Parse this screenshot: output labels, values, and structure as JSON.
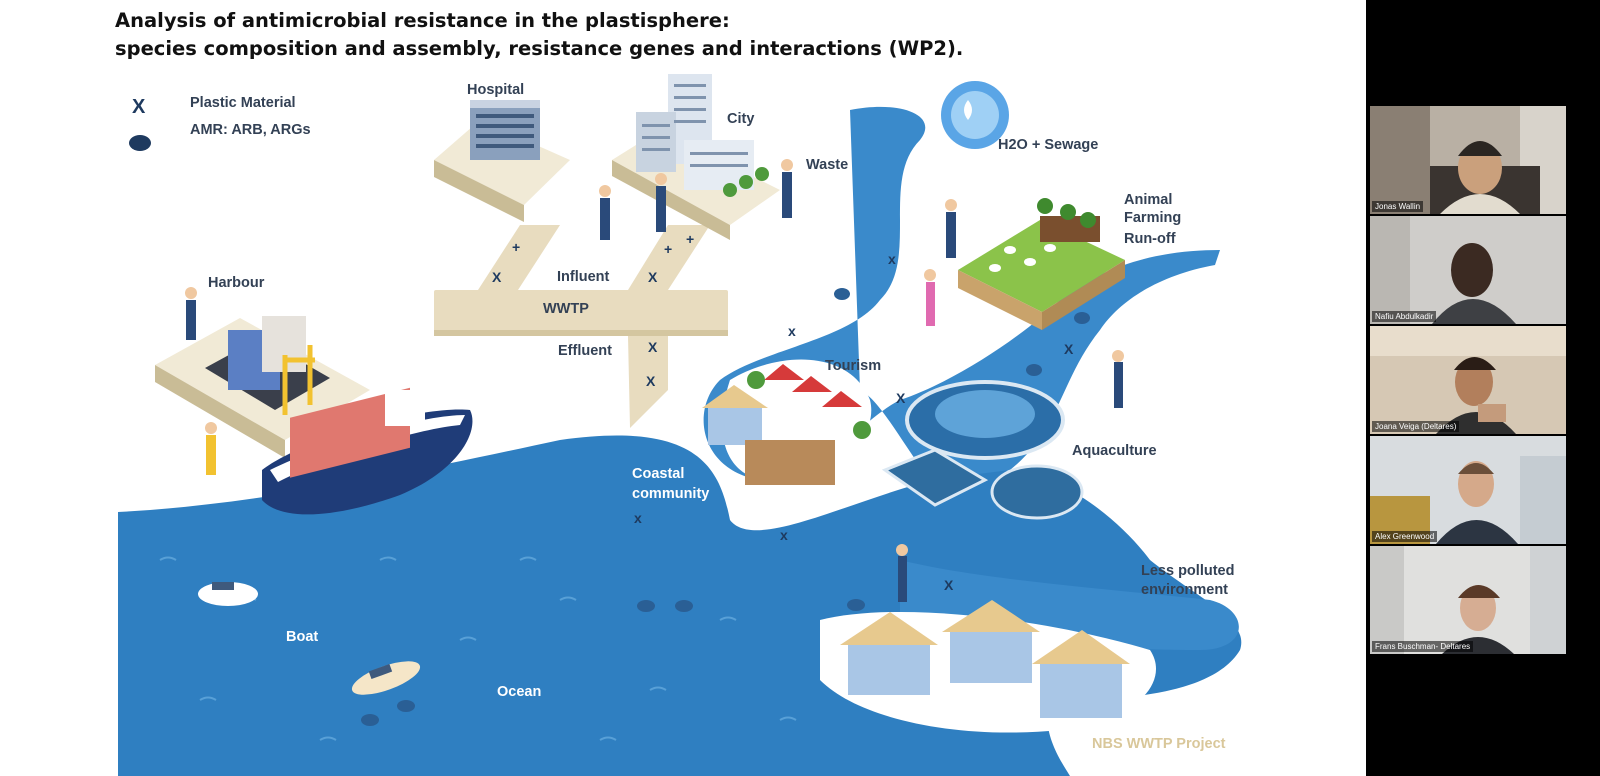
{
  "slide": {
    "title_line1": "Analysis of antimicrobial resistance in the plastisphere:",
    "title_line2": "species composition and assembly, resistance genes and interactions (WP2).",
    "legend": [
      {
        "symbol": "X",
        "label": "Plastic Material"
      },
      {
        "symbol": "dot",
        "label": "AMR: ARB, ARGs"
      }
    ],
    "labels": {
      "hospital": "Hospital",
      "city": "City",
      "waste": "Waste",
      "h2o_sewage": "H2O + Sewage",
      "animal_farming_1": "Animal",
      "animal_farming_2": "Farming",
      "animal_farming_3": "Run-off",
      "harbour": "Harbour",
      "influent": "Influent",
      "wwtp": "WWTP",
      "effluent": "Effluent",
      "tourism": "Tourism",
      "aquaculture": "Aquaculture",
      "coastal_1": "Coastal",
      "coastal_2": "community",
      "less_polluted_1": "Less polluted",
      "less_polluted_2": "environment",
      "boat": "Boat",
      "ocean": "Ocean",
      "nbs_project": "NBS WWTP Project"
    },
    "colors": {
      "water": "#2f7fc1",
      "water_light": "#4b97d3",
      "pipe": "#e8dcbf",
      "label": "#334155",
      "nbs_label": "#d9c79a"
    }
  },
  "participants": [
    {
      "name": "Jonas Wallin"
    },
    {
      "name": "Nafiu Abdulkadir"
    },
    {
      "name": "Joana Veiga (Deltares)"
    },
    {
      "name": "Alex Greenwood"
    },
    {
      "name": "Frans Buschman- Deltares"
    }
  ]
}
